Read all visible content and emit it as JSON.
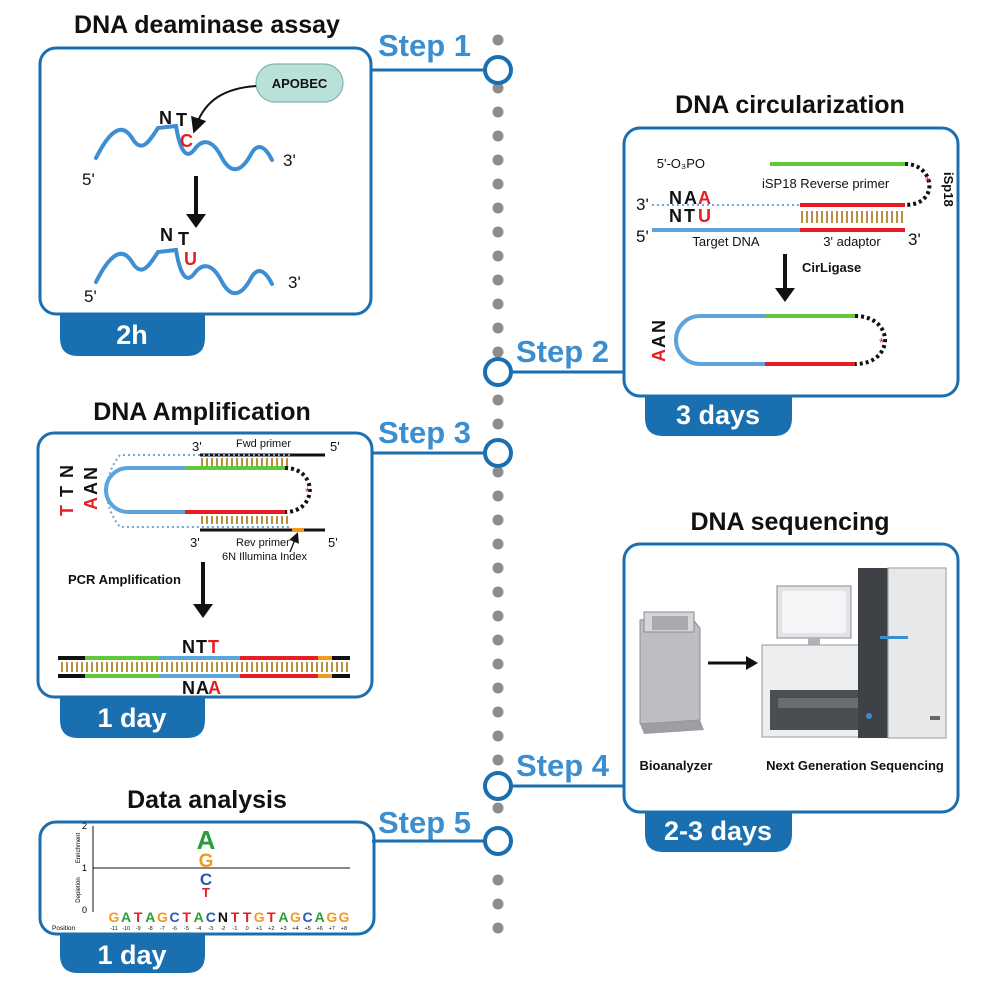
{
  "timeline": {
    "accent": "#3b8ed0",
    "dark_accent": "#1a6fb0",
    "dot_color": "#8c8c8c"
  },
  "steps": [
    {
      "label": "Step 1",
      "title": "DNA deaminase assay",
      "duration": "2h"
    },
    {
      "label": "Step 2",
      "title": "DNA circularization",
      "duration": "3 days"
    },
    {
      "label": "Step 3",
      "title": "DNA Amplification",
      "duration": "1 day"
    },
    {
      "label": "Step 4",
      "title": "DNA sequencing",
      "duration": "2-3 days"
    },
    {
      "label": "Step 5",
      "title": "Data analysis",
      "duration": "1 day"
    }
  ],
  "panel1": {
    "enzyme": "APOBEC",
    "base_n": "N",
    "base_t": "T",
    "base_c": "C",
    "base_u": "U",
    "five_prime": "5'",
    "three_prime": "3'"
  },
  "panel2": {
    "phospho": "5'-O₃PO",
    "primer": "iSP18 Reverse primer",
    "spacer": "iSp18",
    "three_prime": "3'",
    "five_prime": "5'",
    "top_seq": [
      "N",
      "A",
      "A"
    ],
    "bot_seq": [
      "N",
      "T",
      "U"
    ],
    "target": "Target DNA",
    "adaptor": "3' adaptor",
    "enzyme": "CirLigase",
    "circle_seq": [
      "N",
      "A",
      "A"
    ]
  },
  "panel3": {
    "three_prime": "3'",
    "five_prime": "5'",
    "fwd": "Fwd primer",
    "rev": "Rev primer",
    "index": "6N Illumina Index",
    "pcr": "PCR Amplification",
    "inner_seq": [
      "N",
      "A",
      "A"
    ],
    "outer_seq": [
      "N",
      "T",
      "T"
    ],
    "top_seq": [
      "N",
      "T",
      "T"
    ],
    "bot_seq": [
      "N",
      "A",
      "A"
    ]
  },
  "panel4": {
    "instrument1": "Bioanalyzer",
    "instrument2": "Next Generation Sequencing"
  },
  "panel5": {
    "y_ticks": [
      "2",
      "1",
      "0"
    ],
    "enrichment": "Enrichment",
    "depletion": "Depletion",
    "logo_up": [
      "A",
      "G"
    ],
    "logo_down": [
      "C",
      "T"
    ],
    "sequence": [
      "G",
      "A",
      "T",
      "A",
      "G",
      "C",
      "T",
      "A",
      "C",
      "N",
      "T",
      "T",
      "G",
      "T",
      "A",
      "G",
      "C",
      "A",
      "G",
      "G"
    ],
    "position_label": "Position",
    "positions": [
      "-11",
      "-10",
      "-9",
      "-8",
      "-7",
      "-6",
      "-5",
      "-4",
      "-3",
      "-2",
      "-1",
      "0",
      "+1",
      "+2",
      "+3",
      "+4",
      "+5",
      "+6",
      "+7",
      "+8"
    ]
  }
}
